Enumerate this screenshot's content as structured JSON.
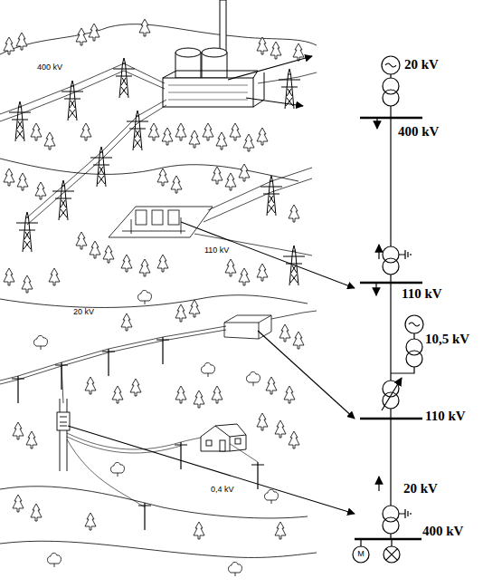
{
  "diagram": {
    "labels": [
      "400 kV",
      "110 kV",
      "20 kV",
      "0,4 kV",
      "20 kV",
      "400 kV",
      "110 kV",
      "10,5 kV",
      "110 kV",
      "20 kV",
      "400 kV",
      "M"
    ]
  }
}
